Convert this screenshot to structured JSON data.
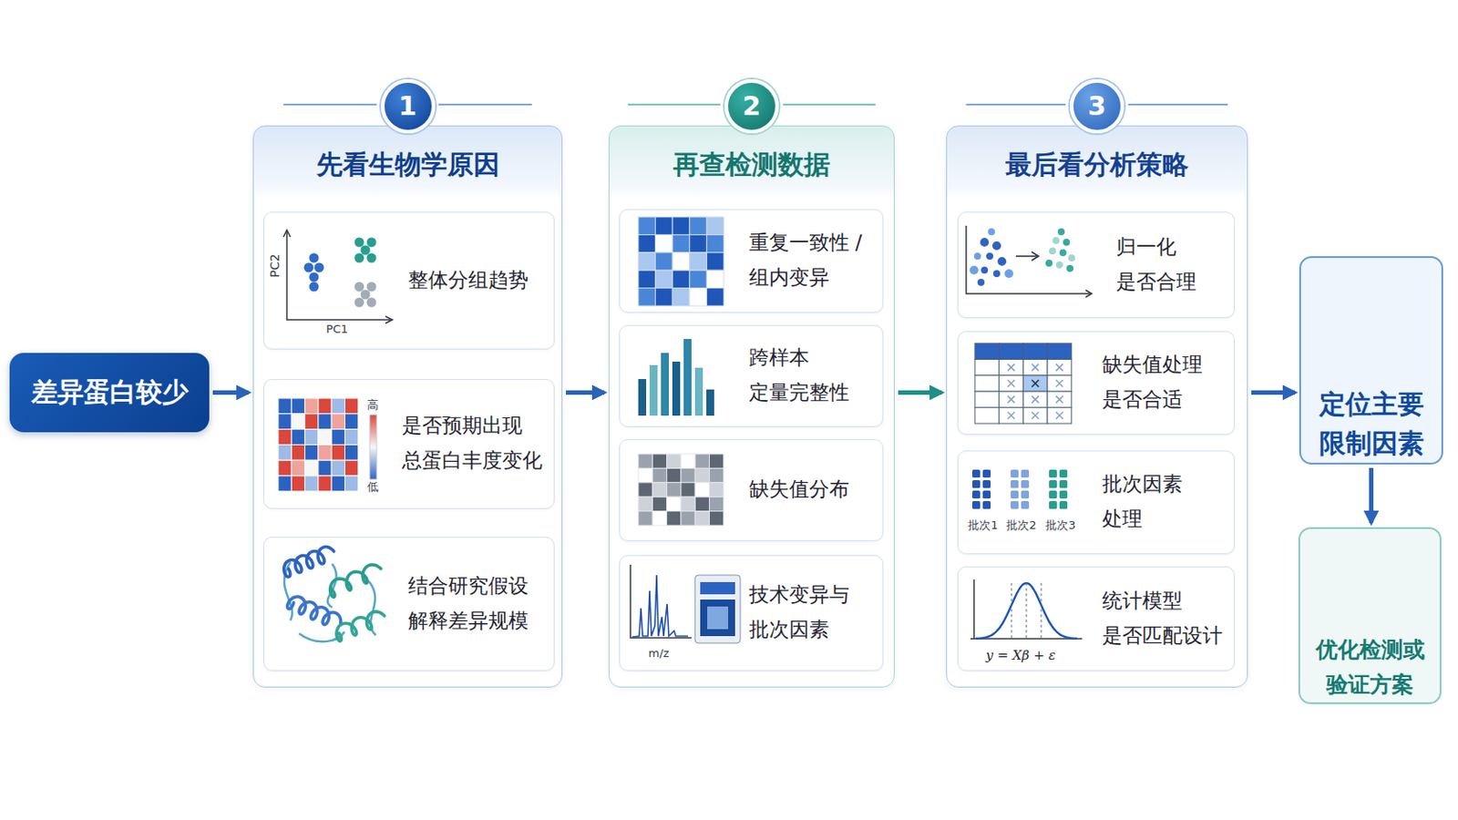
{
  "diagram": {
    "nodes": [
      {
        "text": [
          "差异蛋白较少"
        ]
      },
      {
        "text": [
          "1",
          "先看生物学原因"
        ]
      },
      {
        "text": [
          "整体分组趋势"
        ],
        "in": 1
      },
      {
        "text": [
          "是否预期出现 总蛋白丰度变化"
        ],
        "in": 1
      },
      {
        "text": [
          "结合研究假设 解释差异规模"
        ],
        "in": 1
      },
      {
        "text": [
          "2",
          "再查检测数据"
        ]
      },
      {
        "text": [
          "重复一致性 / 组内变异"
        ],
        "in": 5
      },
      {
        "text": [
          "跨样本 定量完整性"
        ],
        "in": 5
      },
      {
        "text": [
          "缺失值分布"
        ],
        "in": 5
      },
      {
        "text": [
          "技术变异与 批次因素"
        ],
        "in": 5
      },
      {
        "text": [
          "3",
          "最后看分析策略"
        ]
      },
      {
        "text": [
          "归一化 是否合理"
        ],
        "in": 10
      },
      {
        "text": [
          "缺失值处理 是否合适"
        ],
        "in": 10
      },
      {
        "text": [
          "批次因素 处理"
        ],
        "in": 10
      },
      {
        "text": [
          "统计模型 是否匹配设计"
        ],
        "in": 10
      },
      {
        "text": [
          "定位主要 限制因素"
        ]
      },
      {
        "text": [
          "优化检测或 验证方案"
        ]
      }
    ],
    "edges": [
      {
        "from": 0,
        "to": 1,
        "arrow": "to"
      },
      {
        "from": 1,
        "to": 5,
        "arrow": "to"
      },
      {
        "from": 5,
        "to": 10,
        "arrow": "to"
      },
      {
        "from": 10,
        "to": 15,
        "arrow": "to"
      },
      {
        "from": 15,
        "to": 16,
        "arrow": "to"
      }
    ],
    "labels": [
      "PC2",
      "PC1",
      "高",
      "低",
      "m/z",
      "批次1",
      "批次2",
      "批次3",
      "y = Xβ + ε"
    ]
  }
}
